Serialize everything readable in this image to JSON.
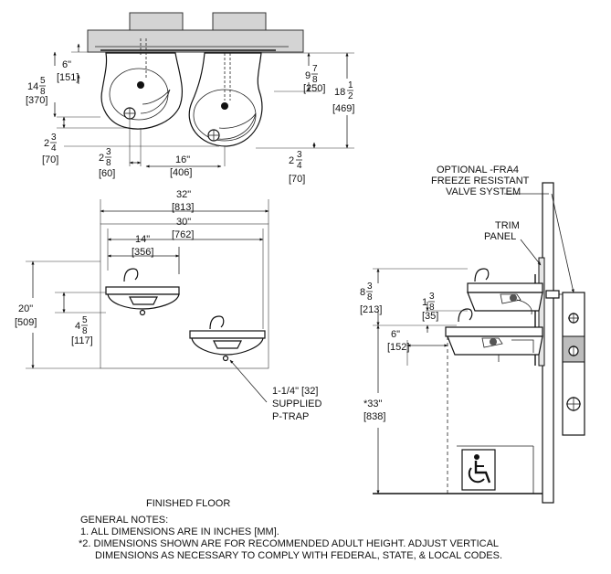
{
  "top_view": {
    "dims": {
      "d6": "6\"",
      "d6_mm": "[151]",
      "d14_whole": "14",
      "d14_num": "5",
      "d14_den": "8",
      "d14_mm": "[370]",
      "d9_whole": "9",
      "d9_num": "7",
      "d9_den": "8",
      "d9_mm": "[250]",
      "d18_whole": "18",
      "d18_num": "1",
      "d18_den": "2",
      "d18_mm": "[469]",
      "d2a_whole": "2",
      "d2a_num": "3",
      "d2a_den": "4",
      "d2a_mm": "[70]",
      "d2b_whole": "2",
      "d2b_num": "3",
      "d2b_den": "8",
      "d2b_mm": "[60]",
      "d16": "16\"",
      "d16_mm": "[406]",
      "d2c_whole": "2",
      "d2c_num": "3",
      "d2c_den": "4",
      "d2c_mm": "[70]"
    }
  },
  "front_view": {
    "dims": {
      "d32": "32\"",
      "d32_mm": "[813]",
      "d30": "30\"",
      "d30_mm": "[762]",
      "d14": "14\"",
      "d14_mm": "[356]",
      "d20": "20\"",
      "d20_mm": "[509]",
      "d4_whole": "4",
      "d4_num": "5",
      "d4_den": "8",
      "d4_mm": "[117]"
    },
    "ptrap": [
      "1-1/4\" [32]",
      "SUPPLIED",
      "P-TRAP"
    ]
  },
  "side_view": {
    "freeze_label": [
      "OPTIONAL -FRA4",
      "FREEZE RESISTANT",
      "VALVE SYSTEM"
    ],
    "trim_label": [
      "TRIM",
      "PANEL"
    ],
    "dims": {
      "d8_whole": "8",
      "d8_num": "3",
      "d8_den": "8",
      "d8_mm": "[213]",
      "d1_whole": "1",
      "d1_num": "3",
      "d1_den": "8",
      "d1_mm": "[35]",
      "d6": "6\"",
      "d6_mm": "[152]",
      "d33": "*33\"",
      "d33_mm": "[838]"
    }
  },
  "floor_label": "FINISHED FLOOR",
  "notes": {
    "title": "GENERAL NOTES:",
    "line1": "1. ALL DIMENSIONS ARE IN INCHES [MM].",
    "line2": "*2. DIMENSIONS SHOWN ARE FOR RECOMMENDED ADULT HEIGHT. ADJUST VERTICAL",
    "line3": "DIMENSIONS AS NECESSARY TO COMPLY WITH FEDERAL, STATE, & LOCAL CODES."
  },
  "icons": [
    "wheelchair-accessibility-icon"
  ]
}
